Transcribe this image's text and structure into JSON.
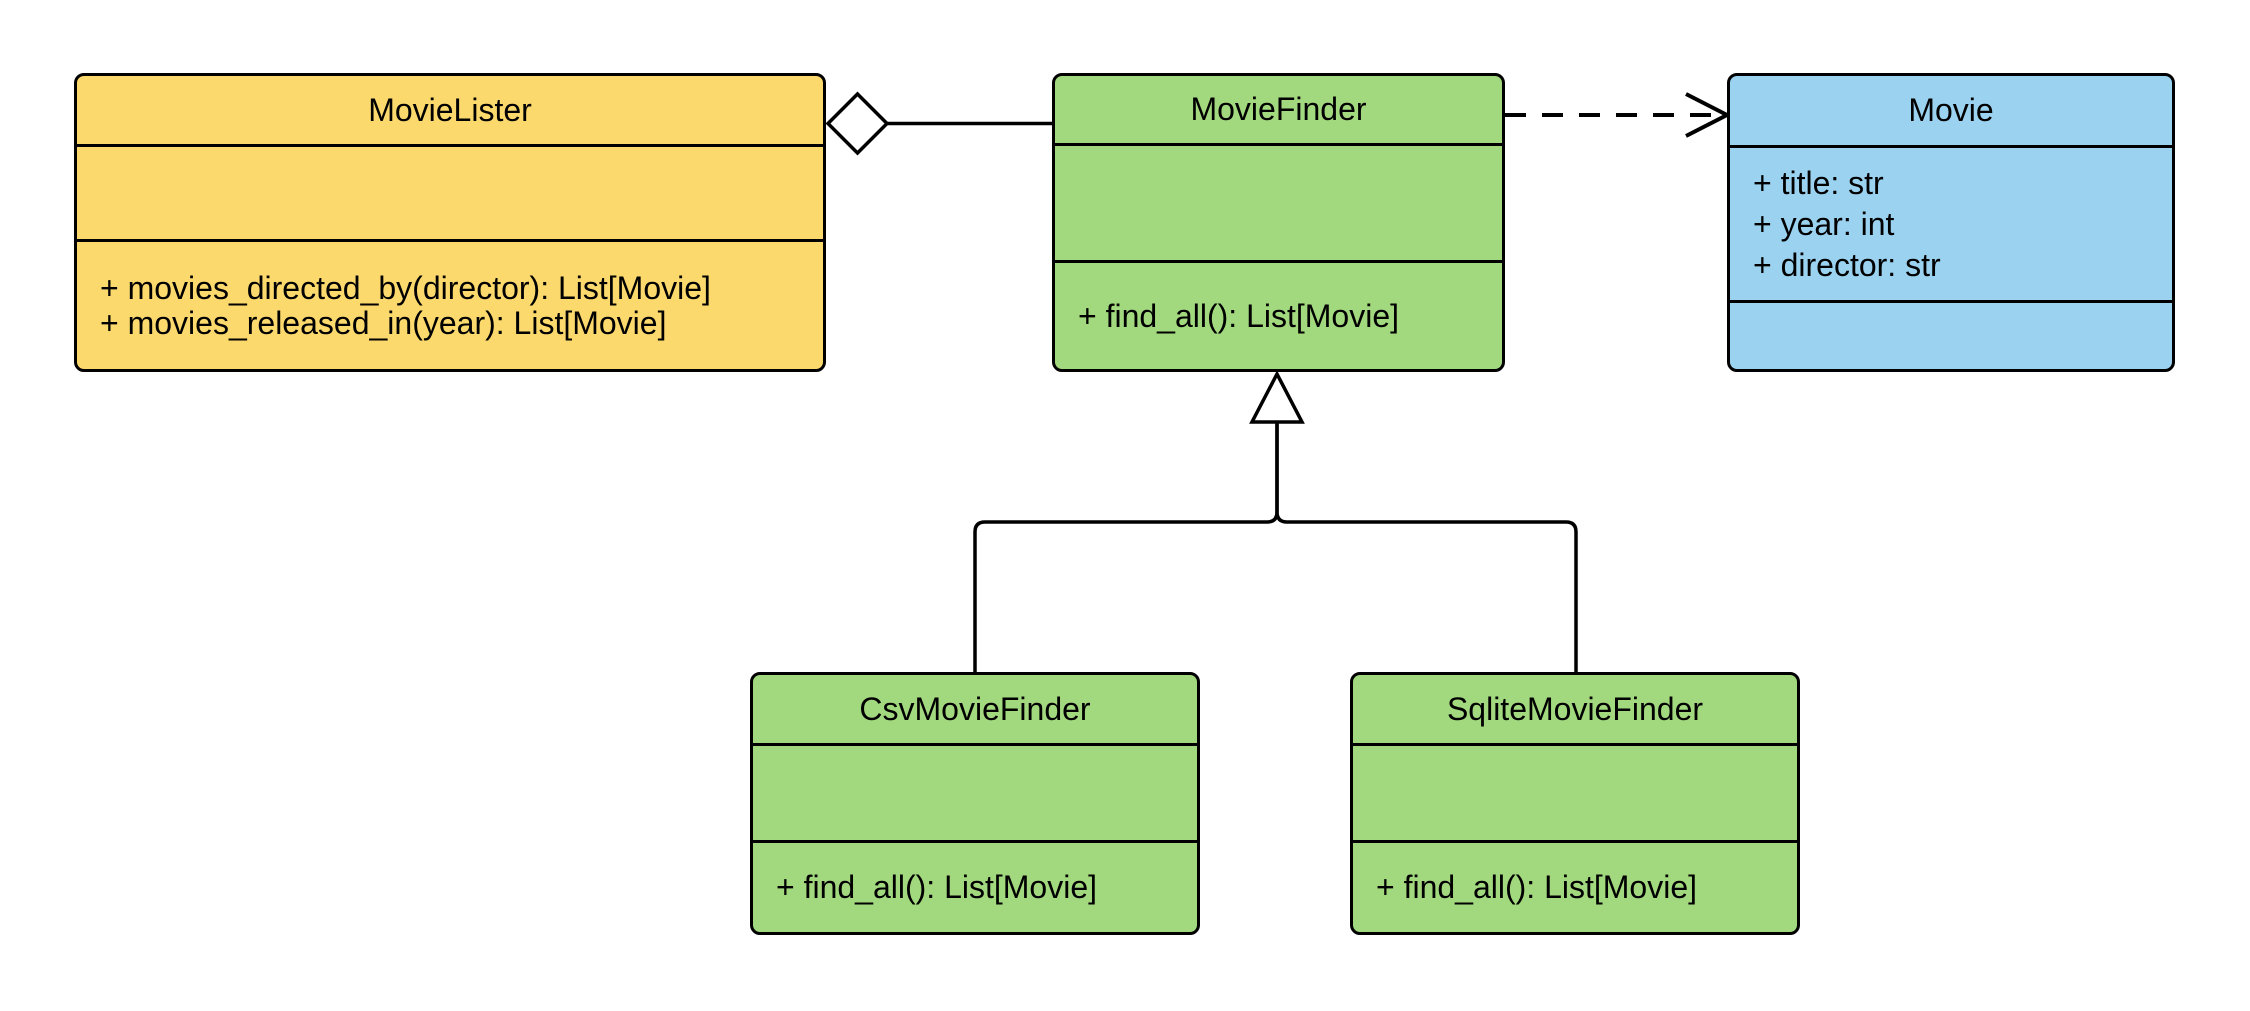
{
  "diagram_type": "uml-class-diagram",
  "colors": {
    "yellow": "#FCD96D",
    "green": "#A2D87E",
    "blue": "#9AD2F0",
    "stroke": "#000000",
    "background": "#FFFFFF"
  },
  "classes": {
    "movie_lister": {
      "name": "MovieLister",
      "attributes": [],
      "methods": [
        "+ movies_directed_by(director): List[Movie]",
        "+ movies_released_in(year): List[Movie]"
      ]
    },
    "movie_finder": {
      "name": "MovieFinder",
      "attributes": [],
      "methods": [
        "+ find_all(): List[Movie]"
      ]
    },
    "movie": {
      "name": "Movie",
      "attributes": [
        "+ title: str",
        "+ year: int",
        "+ director: str"
      ],
      "methods": []
    },
    "csv_movie_finder": {
      "name": "CsvMovieFinder",
      "attributes": [],
      "methods": [
        "+ find_all(): List[Movie]"
      ]
    },
    "sqlite_movie_finder": {
      "name": "SqliteMovieFinder",
      "attributes": [],
      "methods": [
        "+ find_all(): List[Movie]"
      ]
    }
  },
  "relationships": [
    {
      "type": "aggregation",
      "from": "MovieLister",
      "to": "MovieFinder"
    },
    {
      "type": "dependency",
      "from": "MovieFinder",
      "to": "Movie",
      "style": "dashed-open-arrow"
    },
    {
      "type": "inheritance",
      "from": "CsvMovieFinder",
      "to": "MovieFinder"
    },
    {
      "type": "inheritance",
      "from": "SqliteMovieFinder",
      "to": "MovieFinder"
    }
  ]
}
